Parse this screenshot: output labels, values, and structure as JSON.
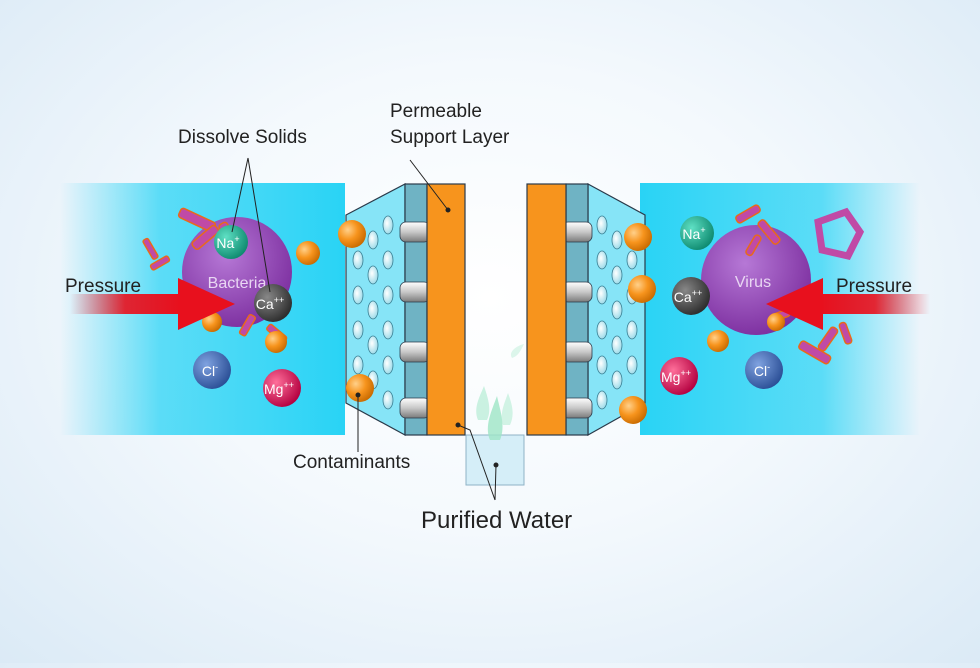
{
  "labels": {
    "dissolve_solids": "Dissolve Solids",
    "permeable_line1": "Permeable",
    "permeable_line2": "Support Layer",
    "pressure_left": "Pressure",
    "pressure_right": "Pressure",
    "contaminants": "Contaminants",
    "purified_water": "Purified Water"
  },
  "particles": {
    "bacteria": "Bacteria",
    "virus": "Virus",
    "left_na": "Na",
    "left_na_sup": "+",
    "left_ca": "Ca",
    "left_ca_sup": "++",
    "left_cl": "Cl",
    "left_cl_sup": "-",
    "left_mg": "Mg",
    "left_mg_sup": "++",
    "right_na": "Na",
    "right_na_sup": "+",
    "right_ca": "Ca",
    "right_ca_sup": "++",
    "right_cl": "Cl",
    "right_cl_sup": "-",
    "right_mg": "Mg",
    "right_mg_sup": "++"
  },
  "colors": {
    "water_blue": "#29d3f5",
    "membrane_orange": "#f7941d",
    "support_teal": "#6fb3c4",
    "virus_purple": "#8e44ad",
    "na_green": "#1ab394",
    "ca_gray": "#4a4a4a",
    "cl_blue": "#3a63b0",
    "mg_red": "#e0195a",
    "arrow_red": "#e8101d"
  }
}
